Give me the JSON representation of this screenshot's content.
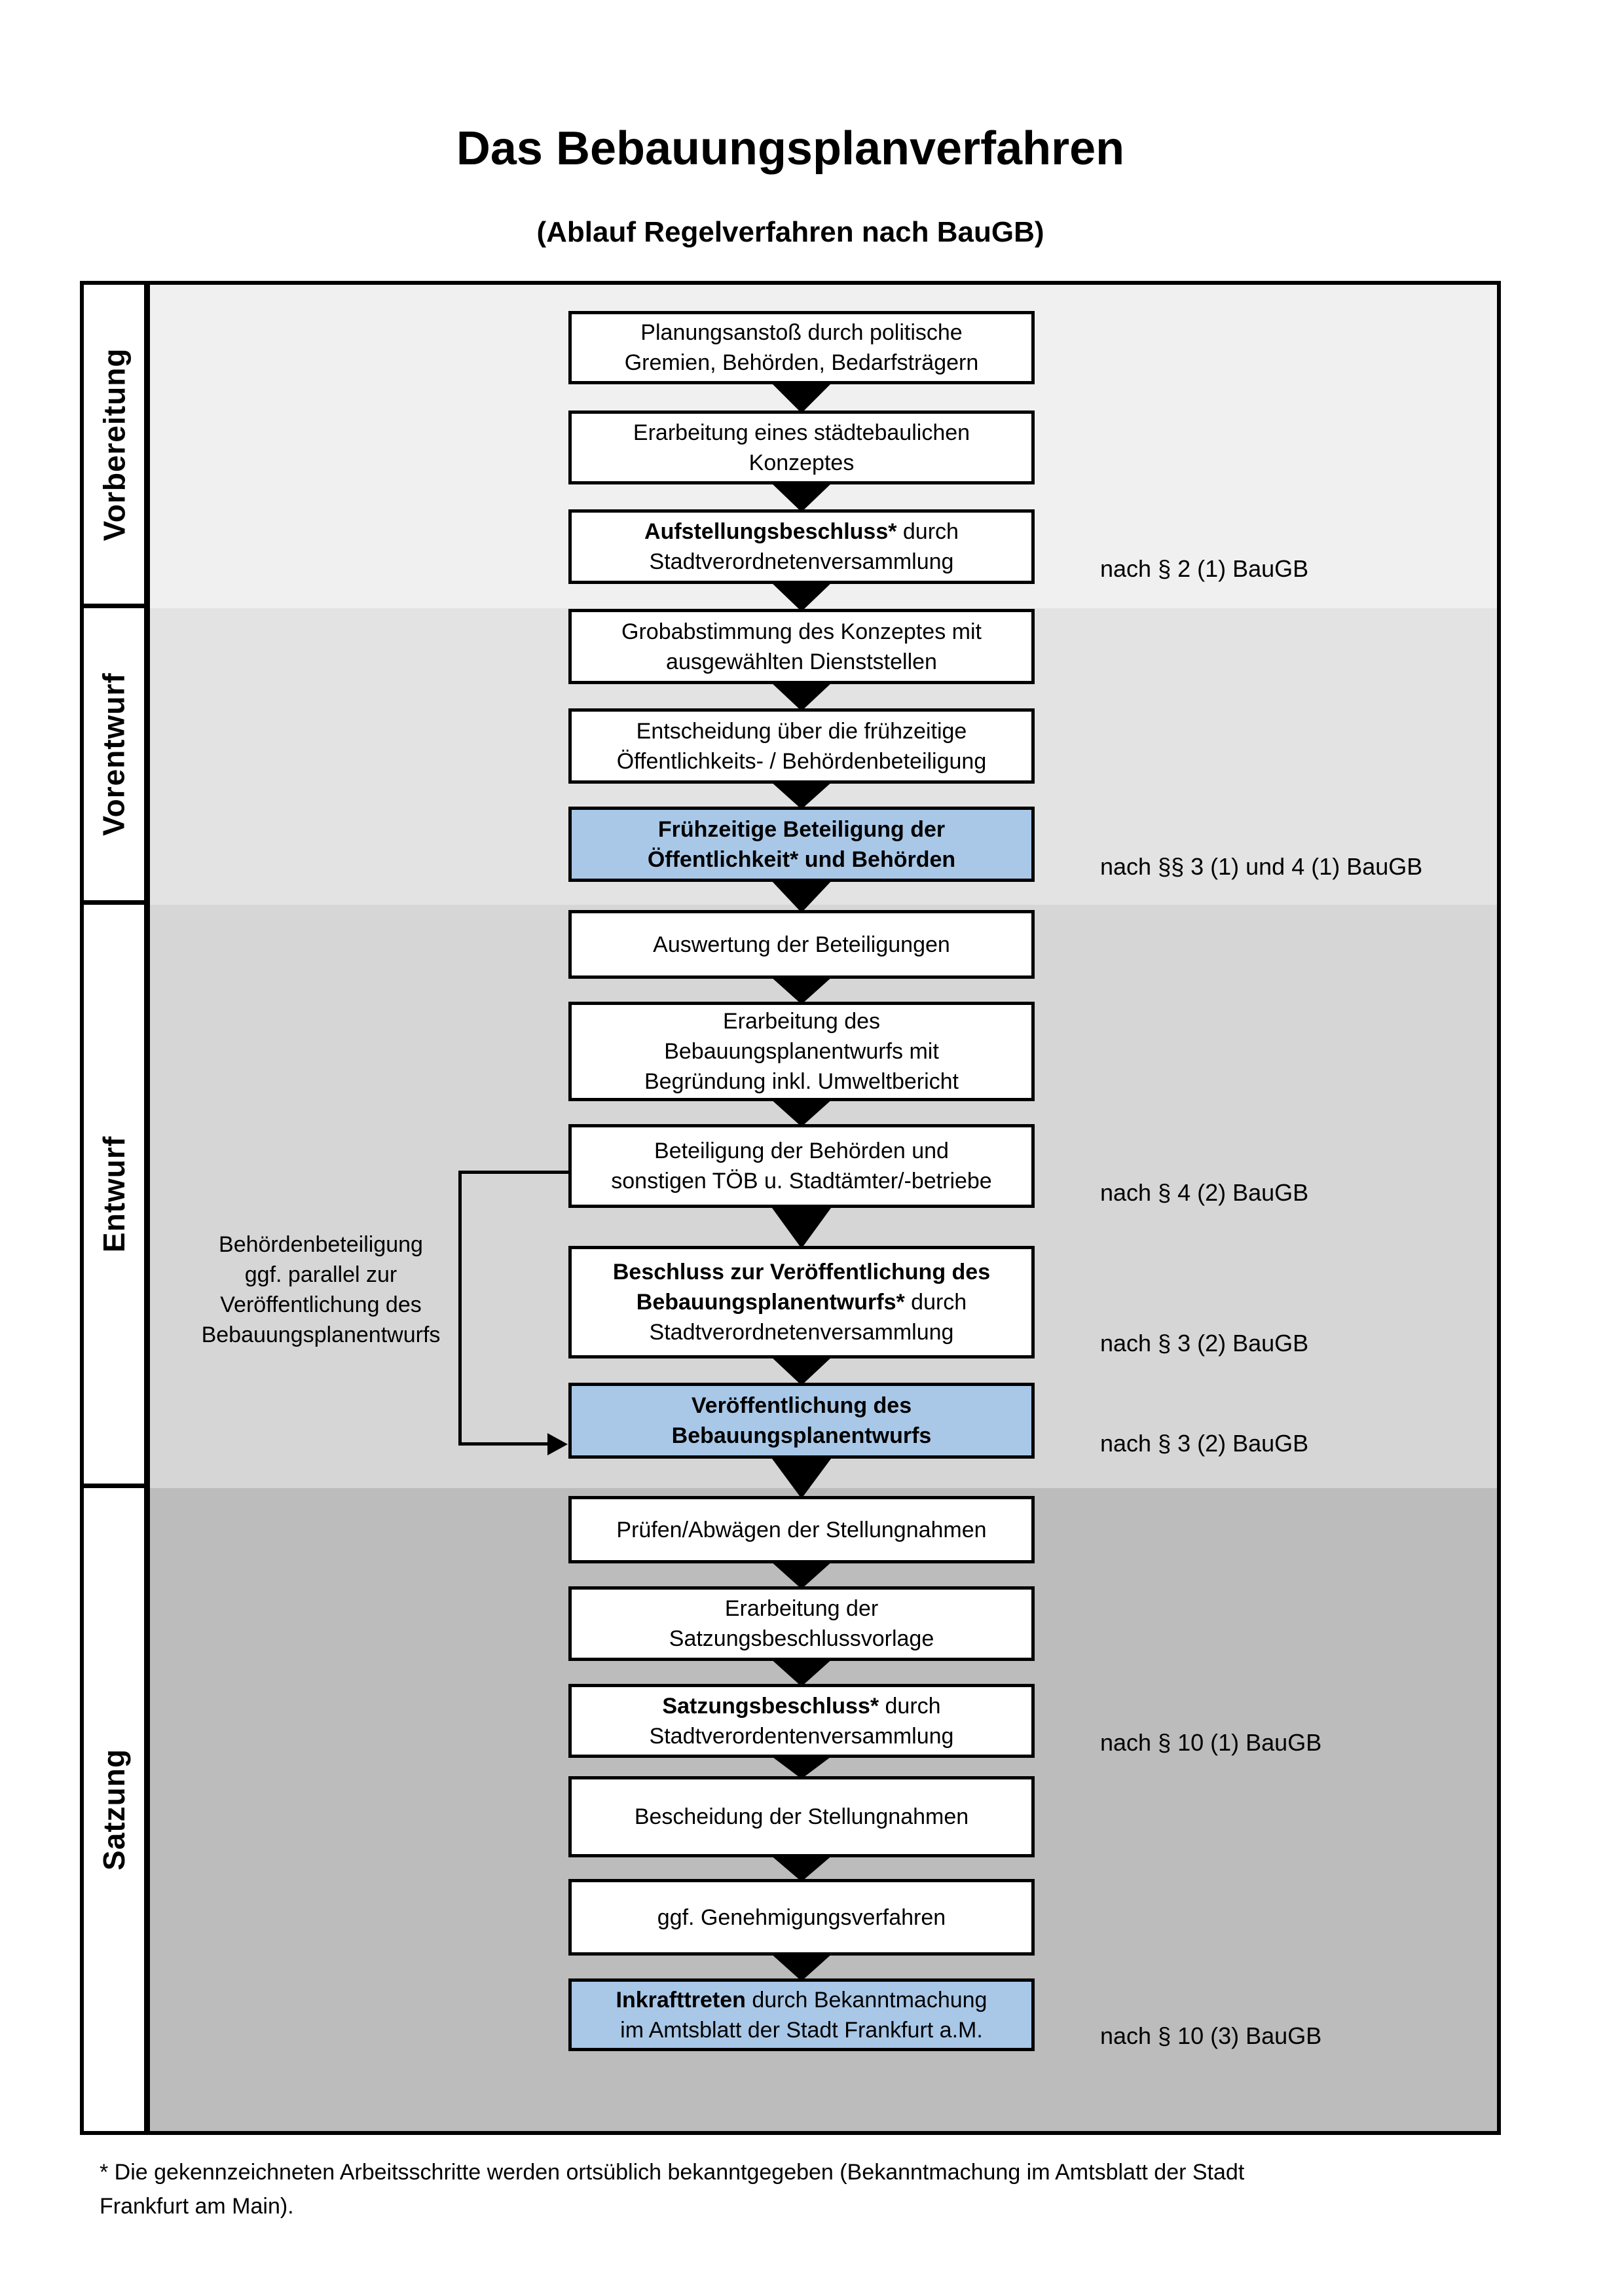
{
  "title": "Das Bebauungsplanverfahren",
  "subtitle": "(Ablauf Regelverfahren nach BauGB)",
  "colors": {
    "highlight_box": "#a9c8e8",
    "box_background": "#ffffff",
    "box_border": "#000000",
    "section_backgrounds": [
      "#f0f0f0",
      "#e3e3e3",
      "#d6d6d6",
      "#bcbcbc"
    ]
  },
  "side_note": "Behördenbeteiligung\nggf. parallel zur\nVeröffentlichung des\nBebauungsplanentwurfs",
  "footnote": "* Die gekennzeichneten Arbeitsschritte werden ortsüblich bekanntgegeben (Bekanntmachung im Amtsblatt  der Stadt\nFrankfurt am Main).",
  "sections": [
    {
      "label": "Vorbereitung",
      "boxes": [
        {
          "highlight": false,
          "lines": [
            [
              {
                "text": "Planungsanstoß durch politische",
                "bold": false
              }
            ],
            [
              {
                "text": "Gremien, Behörden, Bedarfsträgern",
                "bold": false
              }
            ]
          ]
        },
        {
          "highlight": false,
          "lines": [
            [
              {
                "text": "Erarbeitung eines städtebaulichen",
                "bold": false
              }
            ],
            [
              {
                "text": "Konzeptes",
                "bold": false
              }
            ]
          ]
        },
        {
          "highlight": false,
          "ref": "nach § 2 (1) BauGB",
          "lines": [
            [
              {
                "text": "Aufstellungsbeschluss*",
                "bold": true
              },
              {
                "text": " durch",
                "bold": false
              }
            ],
            [
              {
                "text": "Stadtverordnetenversammlung",
                "bold": false
              }
            ]
          ]
        }
      ]
    },
    {
      "label": "Vorentwurf",
      "boxes": [
        {
          "highlight": false,
          "lines": [
            [
              {
                "text": "Grobabstimmung des Konzeptes mit",
                "bold": false
              }
            ],
            [
              {
                "text": "ausgewählten Dienststellen",
                "bold": false
              }
            ]
          ]
        },
        {
          "highlight": false,
          "lines": [
            [
              {
                "text": "Entscheidung über die frühzeitige",
                "bold": false
              }
            ],
            [
              {
                "text": "Öffentlichkeits- / Behördenbeteiligung",
                "bold": false
              }
            ]
          ]
        },
        {
          "highlight": true,
          "ref": "nach §§ 3 (1) und 4 (1) BauGB",
          "lines": [
            [
              {
                "text": "Frühzeitige Beteiligung der",
                "bold": true
              }
            ],
            [
              {
                "text": "Öffentlichkeit* und Behörden",
                "bold": true
              }
            ]
          ]
        }
      ]
    },
    {
      "label": "Entwurf",
      "boxes": [
        {
          "highlight": false,
          "lines": [
            [
              {
                "text": "Auswertung der Beteiligungen",
                "bold": false
              }
            ]
          ]
        },
        {
          "highlight": false,
          "lines": [
            [
              {
                "text": "Erarbeitung des",
                "bold": false
              }
            ],
            [
              {
                "text": "Bebauungsplanentwurfs mit",
                "bold": false
              }
            ],
            [
              {
                "text": "Begründung inkl. Umweltbericht",
                "bold": false
              }
            ]
          ]
        },
        {
          "highlight": false,
          "ref": "nach § 4 (2) BauGB",
          "lines": [
            [
              {
                "text": "Beteiligung der Behörden und",
                "bold": false
              }
            ],
            [
              {
                "text": "sonstigen TÖB u. Stadtämter/-betriebe",
                "bold": false
              }
            ]
          ]
        },
        {
          "highlight": false,
          "ref": "nach § 3 (2) BauGB",
          "lines": [
            [
              {
                "text": "Beschluss zur Veröffentlichung des",
                "bold": true
              }
            ],
            [
              {
                "text": "Bebauungsplanentwurfs*",
                "bold": true
              },
              {
                "text": " durch",
                "bold": false
              }
            ],
            [
              {
                "text": "Stadtverordnetenversammlung",
                "bold": false
              }
            ]
          ]
        },
        {
          "highlight": true,
          "ref": "nach § 3 (2) BauGB",
          "lines": [
            [
              {
                "text": "Veröffentlichung des",
                "bold": true
              }
            ],
            [
              {
                "text": "Bebauungsplanentwurfs",
                "bold": true
              }
            ]
          ]
        }
      ]
    },
    {
      "label": "Satzung",
      "boxes": [
        {
          "highlight": false,
          "lines": [
            [
              {
                "text": "Prüfen/Abwägen der Stellungnahmen",
                "bold": false
              }
            ]
          ]
        },
        {
          "highlight": false,
          "lines": [
            [
              {
                "text": "Erarbeitung der",
                "bold": false
              }
            ],
            [
              {
                "text": "Satzungsbeschlussvorlage",
                "bold": false
              }
            ]
          ]
        },
        {
          "highlight": false,
          "ref": "nach § 10 (1) BauGB",
          "lines": [
            [
              {
                "text": "Satzungsbeschluss*",
                "bold": true
              },
              {
                "text": " durch",
                "bold": false
              }
            ],
            [
              {
                "text": "Stadtverordentenversammlung",
                "bold": false
              }
            ]
          ]
        },
        {
          "highlight": false,
          "lines": [
            [
              {
                "text": "Bescheidung der Stellungnahmen",
                "bold": false
              }
            ]
          ]
        },
        {
          "highlight": false,
          "lines": [
            [
              {
                "text": "ggf. Genehmigungsverfahren",
                "bold": false
              }
            ]
          ]
        },
        {
          "highlight": true,
          "ref": "nach § 10 (3) BauGB",
          "lines": [
            [
              {
                "text": "Inkrafttreten",
                "bold": true
              },
              {
                "text": " durch Bekanntmachung",
                "bold": false
              }
            ],
            [
              {
                "text": "im Amtsblatt der Stadt Frankfurt a.M.",
                "bold": false
              }
            ]
          ]
        }
      ]
    }
  ]
}
